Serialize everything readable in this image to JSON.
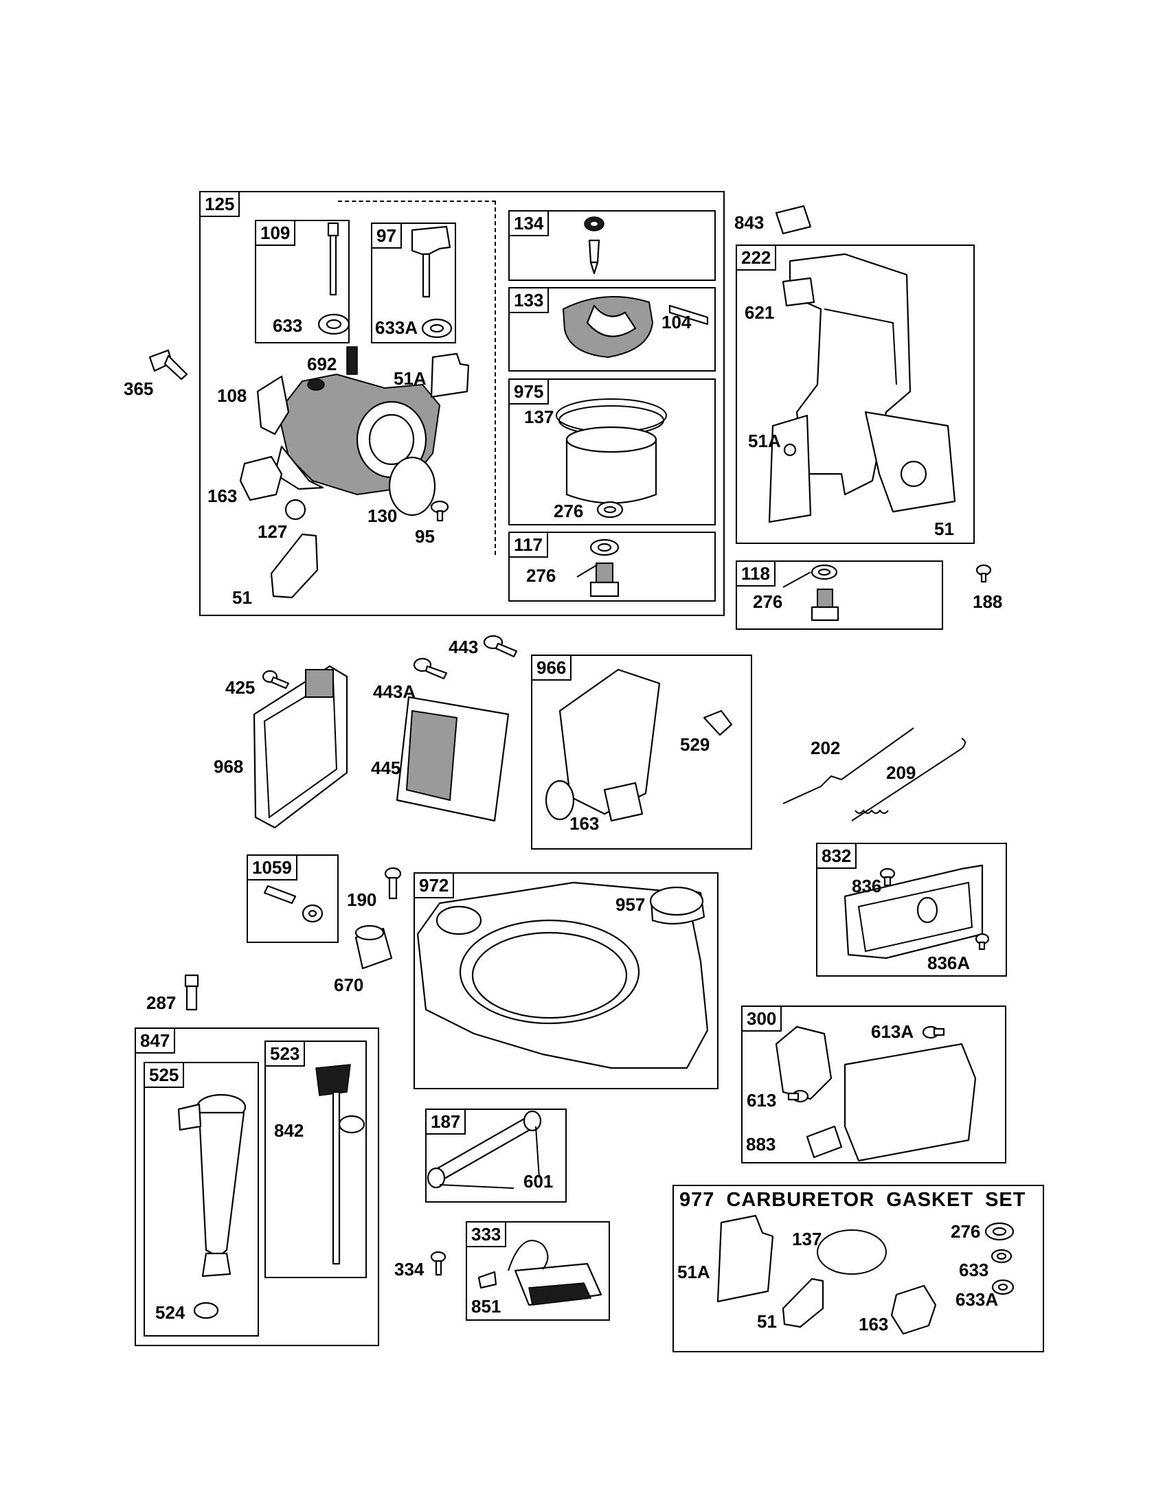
{
  "boxes": {
    "b125": "125",
    "b109": "109",
    "b97": "97",
    "b134": "134",
    "b133": "133",
    "b975": "975",
    "b117": "117",
    "b222": "222",
    "b118": "118",
    "b966": "966",
    "b1059": "1059",
    "b972": "972",
    "b832": "832",
    "b847": "847",
    "b525": "525",
    "b523": "523",
    "b300": "300",
    "b187": "187",
    "b333": "333"
  },
  "kit_title": "977 CARBURETOR GASKET SET",
  "labels": {
    "l633": "633",
    "l633a": "633A",
    "l692": "692",
    "l51a_1": "51A",
    "l108": "108",
    "l365": "365",
    "l163_1": "163",
    "l127": "127",
    "l130": "130",
    "l95": "95",
    "l51_1": "51",
    "l104": "104",
    "l137_1": "137",
    "l276_1": "276",
    "l276_2": "276",
    "l843": "843",
    "l621": "621",
    "l51a_2": "51A",
    "l51_2": "51",
    "l276_3": "276",
    "l188": "188",
    "l443": "443",
    "l425": "425",
    "l443a": "443A",
    "l968": "968",
    "l445": "445",
    "l529": "529",
    "l163_2": "163",
    "l202": "202",
    "l209": "209",
    "l190": "190",
    "l670": "670",
    "l957": "957",
    "l836": "836",
    "l836a": "836A",
    "l287": "287",
    "l842": "842",
    "l524": "524",
    "l613a": "613A",
    "l613": "613",
    "l883": "883",
    "l601": "601",
    "l334": "334",
    "l851": "851",
    "l51a_3": "51A",
    "l137_2": "137",
    "l276_4": "276",
    "l633_2": "633",
    "l633a_2": "633A",
    "l51_3": "51",
    "l163_3": "163"
  }
}
